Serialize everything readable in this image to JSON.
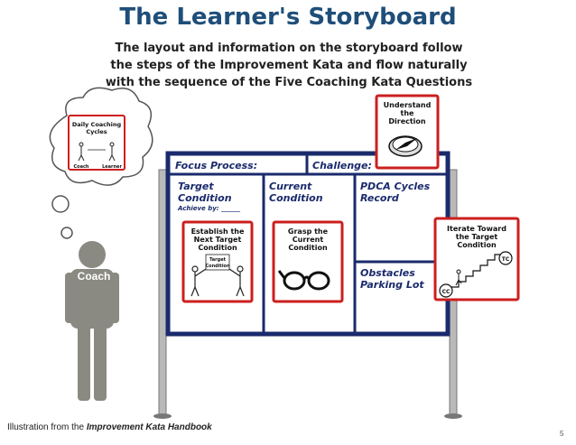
{
  "title": "The Learner's Storyboard",
  "subtitle": [
    "The layout and information on the storyboard follow",
    "the steps of the Improvement Kata and flow naturally",
    "with the sequence of the Five Coaching Kata Questions"
  ],
  "coach_bubble": {
    "title": [
      "Daily Coaching",
      "Cycles"
    ],
    "left": "Coach",
    "right": "Learner"
  },
  "coach_figure_label": "Coach",
  "board": {
    "focus_process": "Focus Process:",
    "challenge": "Challenge:",
    "target_condition": [
      "Target",
      "Condition"
    ],
    "achieve_by": "Achieve by: ______",
    "current_condition": [
      "Current",
      "Condition"
    ],
    "pdca_record": [
      "PDCA Cycles",
      "Record"
    ],
    "obstacles": [
      "Obstacles",
      "Parking Lot"
    ]
  },
  "cards": {
    "understand": [
      "Understand",
      "the",
      "Direction"
    ],
    "establish": [
      "Establish the",
      "Next Target",
      "Condition"
    ],
    "establish_sign": [
      "Target",
      "Condition"
    ],
    "grasp": [
      "Grasp the",
      "Current",
      "Condition"
    ],
    "iterate": [
      "Iterate Toward",
      "the Target",
      "Condition"
    ],
    "tc": "TC",
    "cc": "CC"
  },
  "caption": {
    "prefix": "Illustration from the ",
    "book": "Improvement Kata Handbook"
  },
  "page_number": "5",
  "colors": {
    "title": "#1f4e79",
    "board_frame": "#1a2a6c",
    "card_border": "#cc1f1f",
    "coach": "#8a8a82"
  }
}
